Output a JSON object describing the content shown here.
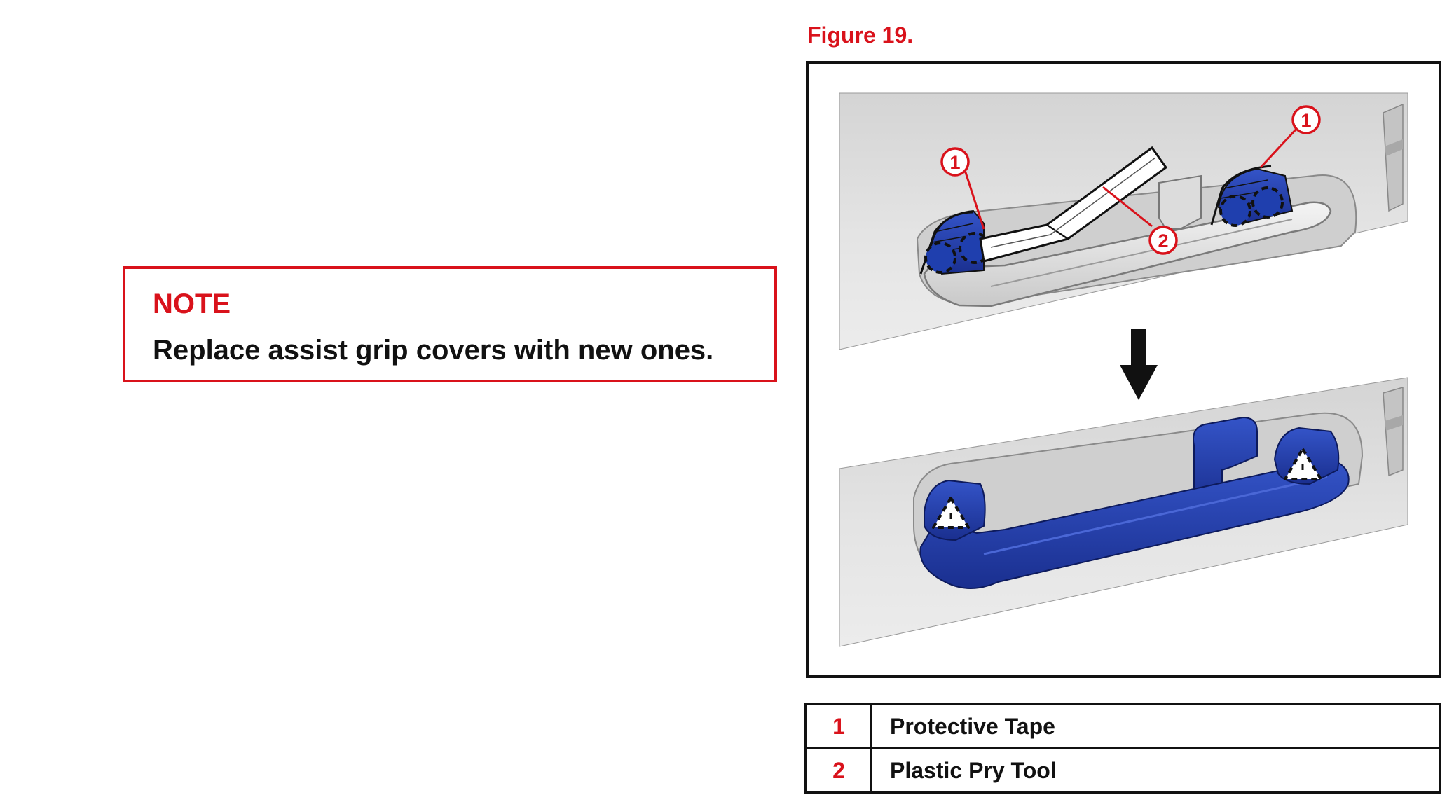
{
  "note": {
    "title": "NOTE",
    "text": "Replace assist grip covers with new ones."
  },
  "figure": {
    "label": "Figure 19.",
    "callouts": [
      "1",
      "1",
      "2"
    ],
    "colors": {
      "accent_red": "#d9121b",
      "part_blue": "#1f3fae",
      "panel_gray": "#e0e0e0"
    }
  },
  "legend": {
    "rows": [
      {
        "num": "1",
        "desc": "Protective Tape"
      },
      {
        "num": "2",
        "desc": "Plastic Pry Tool"
      }
    ]
  }
}
